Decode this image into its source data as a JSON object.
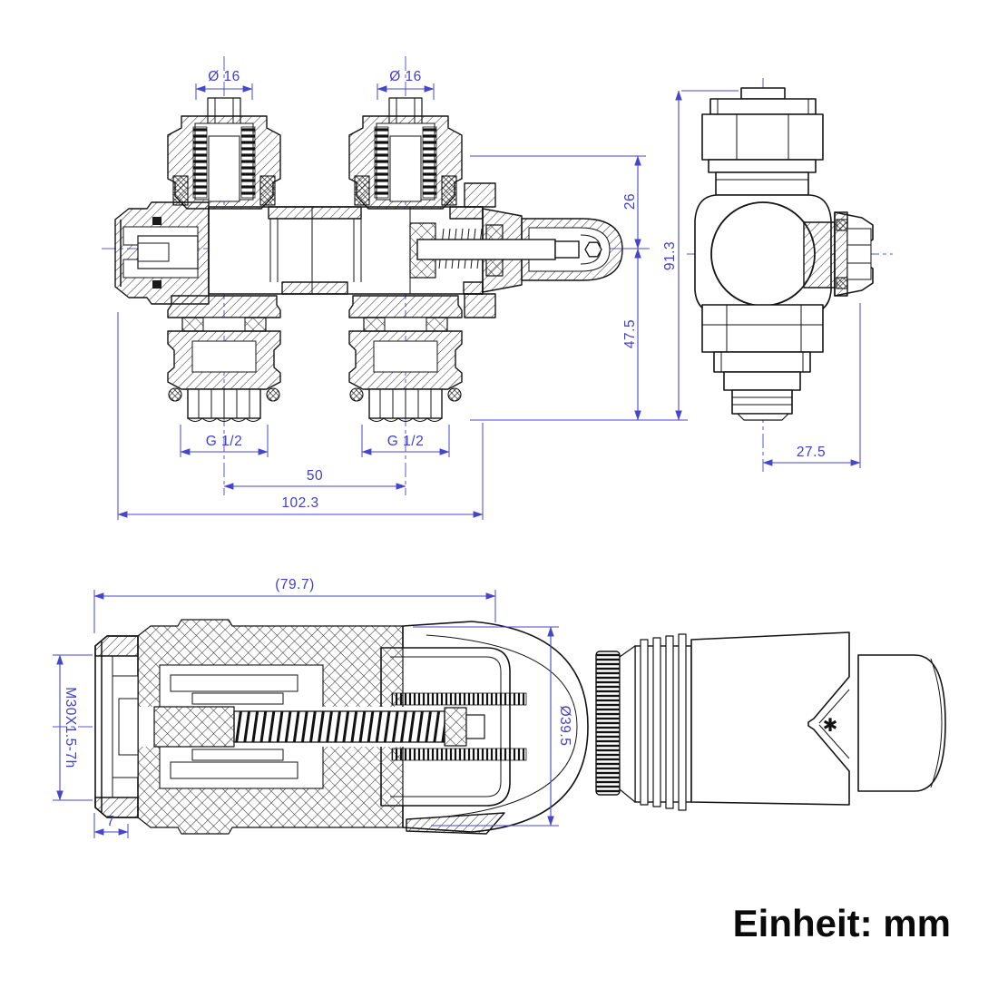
{
  "drawing": {
    "unit_note": "Einheit: mm",
    "colors": {
      "dimension_color": "#4646cc",
      "line_color": "#141414",
      "background": "#ffffff"
    },
    "views": {
      "valve_front": {
        "label": "valve-front-section",
        "dims": {
          "port_left_diameter": "Ø 16",
          "port_right_diameter": "Ø 16",
          "center_to_top": "26",
          "center_to_bottom": "47.5",
          "tail_left_thread": "G 1/2",
          "tail_right_thread": "G 1/2",
          "port_spacing": "50",
          "total_width": "102.3"
        }
      },
      "valve_side": {
        "label": "valve-side-view",
        "dims": {
          "total_height": "91.3",
          "side_offset": "27.5"
        }
      },
      "head_section": {
        "label": "thermostatic-head-section",
        "dims": {
          "total_length": "(79.7)",
          "connection_thread": "M30X1.5-7h",
          "collar_width": "7",
          "head_diameter": "Ø39.5"
        }
      },
      "head_external": {
        "label": "thermostatic-head-external",
        "marker": "✱"
      }
    }
  }
}
